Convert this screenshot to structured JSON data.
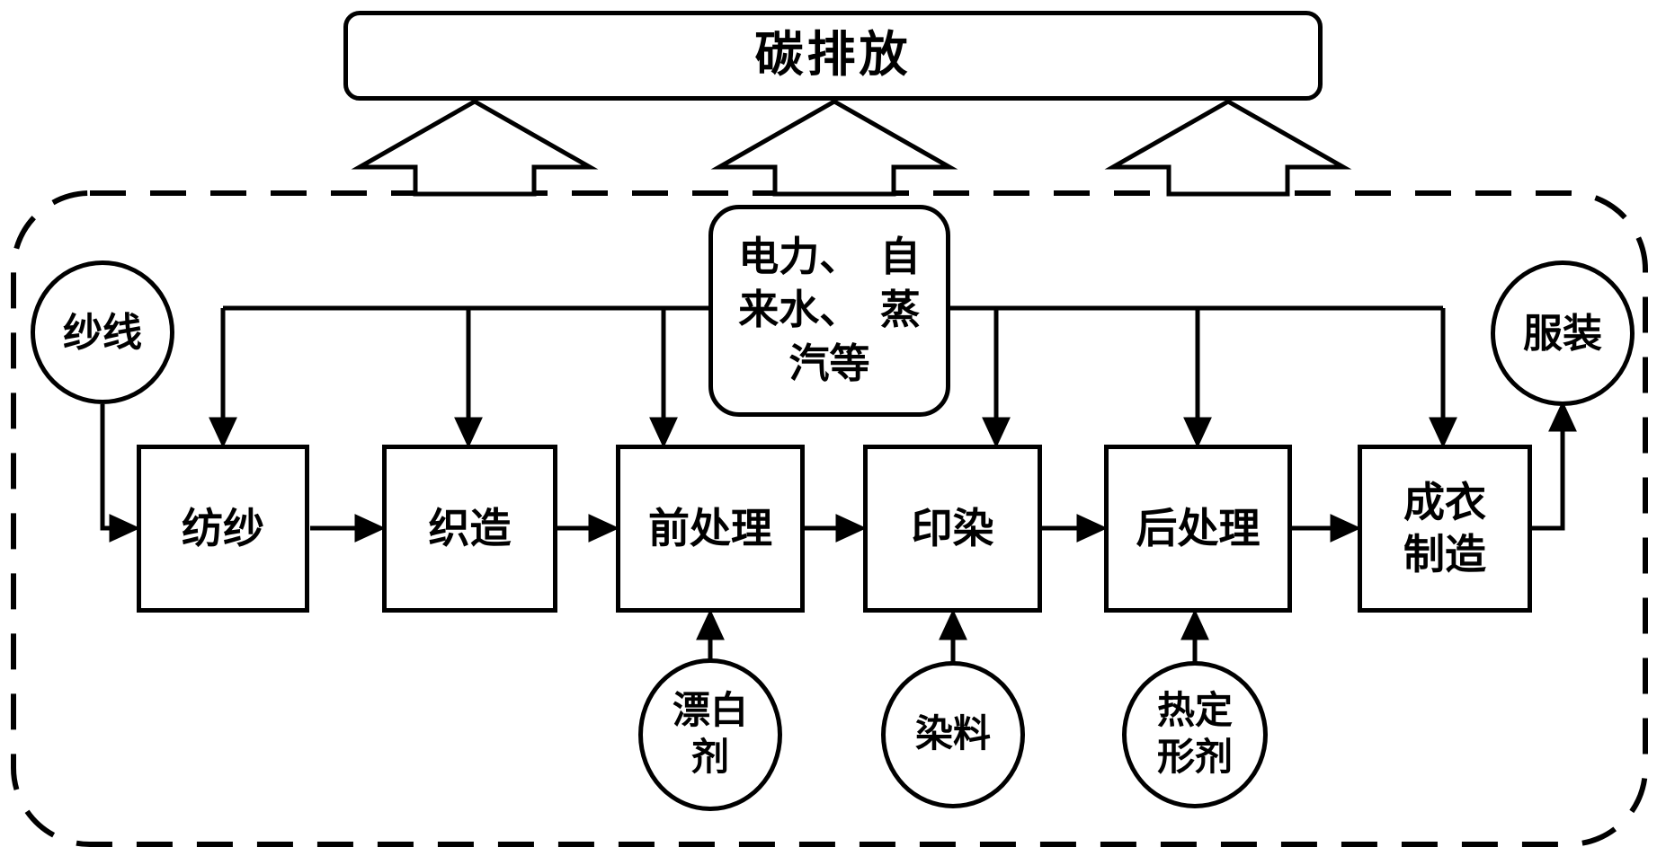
{
  "diagram": {
    "carbon_emission_label": "碳排放",
    "utilities_box": {
      "line1": "电力、　自",
      "line2": "来水、　蒸",
      "line3": "汽等"
    },
    "yarn_label": "纱线",
    "garment_label": "服装",
    "process_steps": [
      {
        "label": "纺纱",
        "label2": ""
      },
      {
        "label": "织造",
        "label2": ""
      },
      {
        "label": "前处理",
        "label2": ""
      },
      {
        "label": "印染",
        "label2": ""
      },
      {
        "label": "后处理",
        "label2": ""
      },
      {
        "label": "成衣",
        "label2": "制造"
      }
    ],
    "chemical_inputs": [
      {
        "label": "漂白",
        "label2": "剂"
      },
      {
        "label": "染料",
        "label2": ""
      },
      {
        "label": "热定",
        "label2": "形剂"
      }
    ],
    "colors": {
      "stroke": "#000000",
      "background": "#ffffff"
    }
  }
}
